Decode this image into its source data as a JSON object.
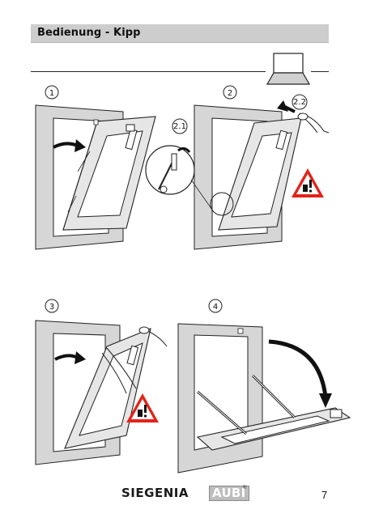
{
  "header": {
    "title": "Bedienung - Kipp"
  },
  "steps": {
    "s1": "1",
    "s2": "2",
    "s2_1": "2.1",
    "s2_2": "2.2",
    "s3": "3",
    "s4": "4"
  },
  "footer": {
    "brand_primary": "SIEGENIA",
    "brand_secondary": "AUBI",
    "registered": "®",
    "page_number": "7"
  },
  "icons": [
    "laptop-icon",
    "warning-triangle-icon",
    "curved-arrow-icon",
    "hand-icon",
    "handle-icon"
  ],
  "colors": {
    "header_bg": "#cdcdcd",
    "warning_red": "#e2231a",
    "frame_gray": "#d9d9d9"
  }
}
